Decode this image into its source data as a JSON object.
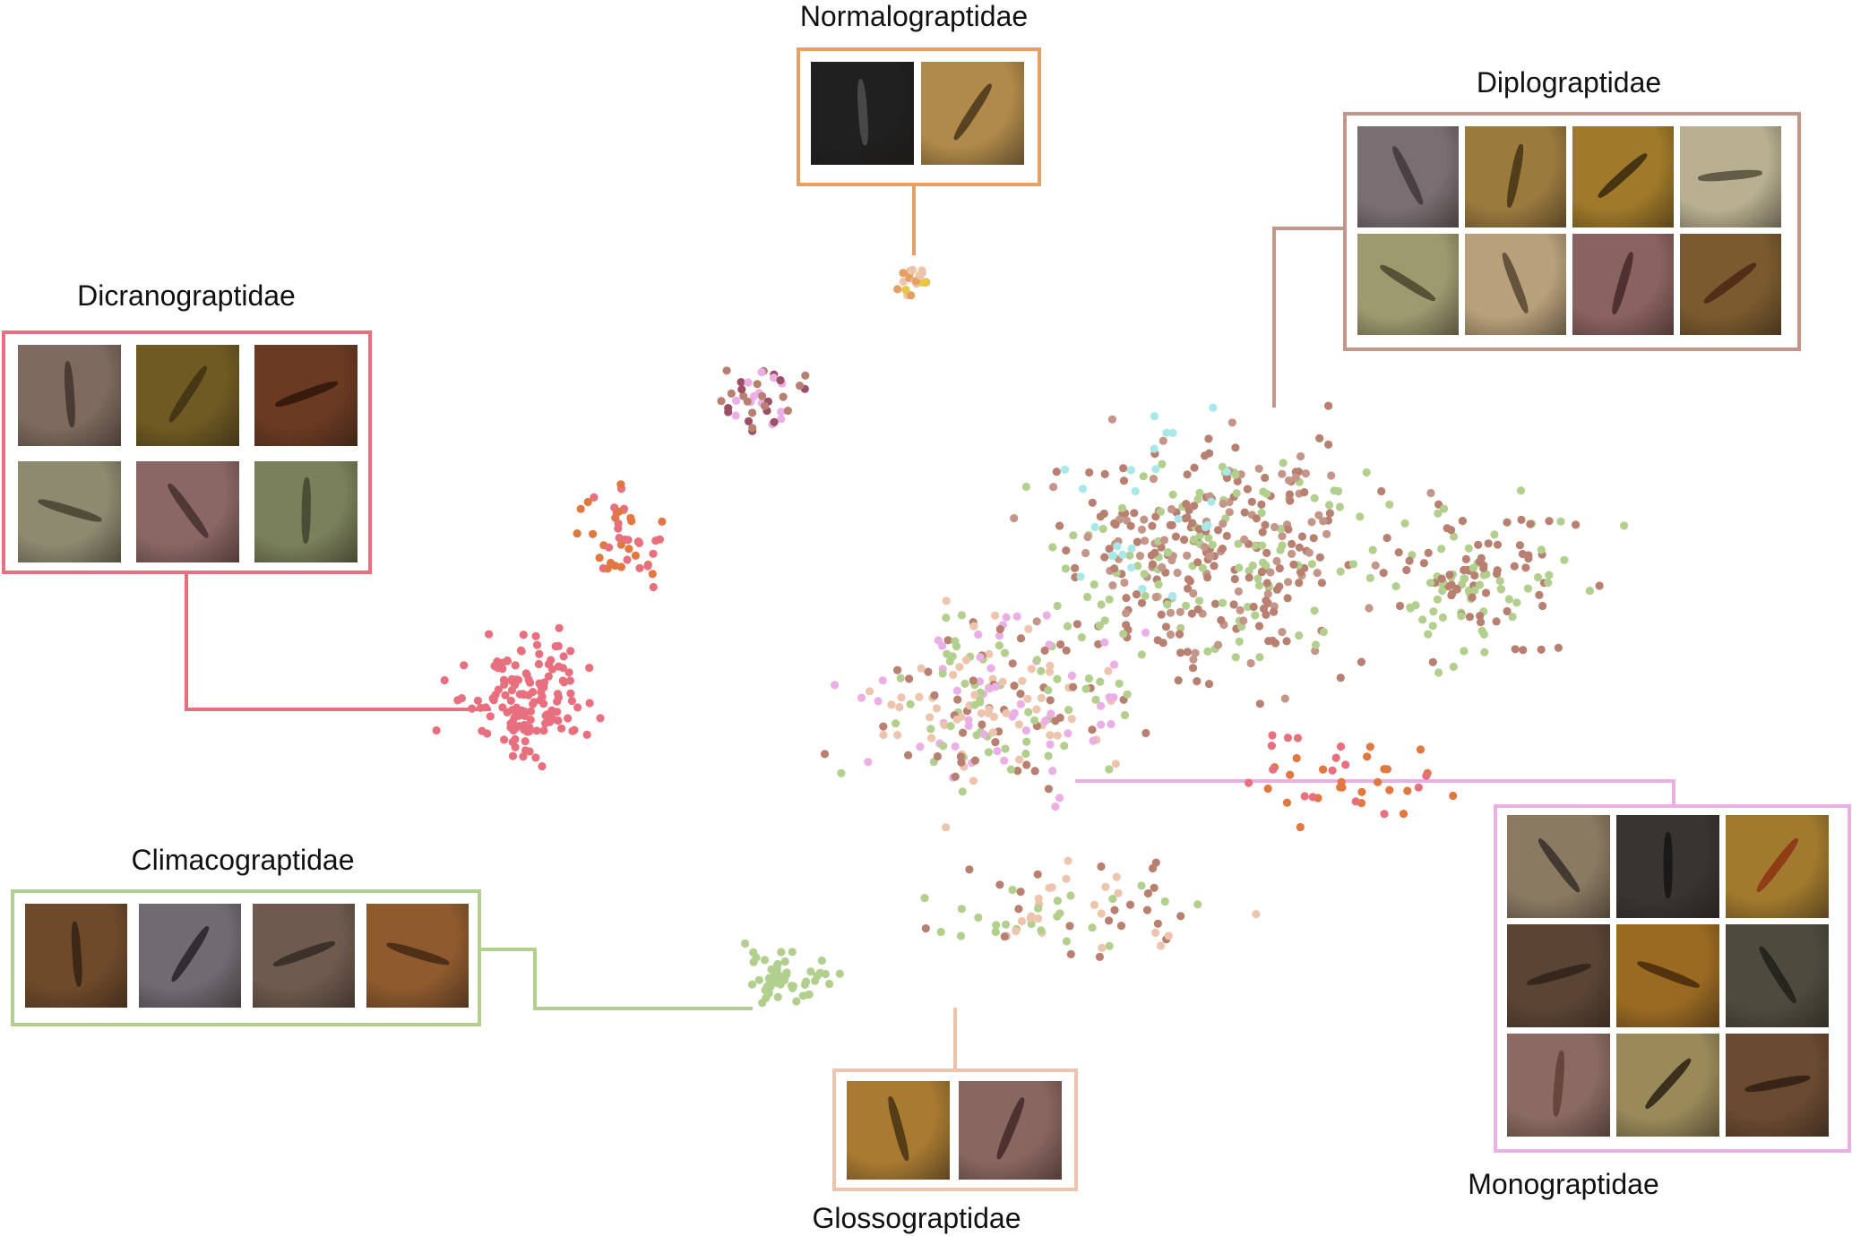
{
  "colors": {
    "Normalograptidae": "#e8a062",
    "Diplograptidae": "#c4968a",
    "Dicranograptidae": "#e8707e",
    "Climacograptidae": "#b3cf8e",
    "Glossograptidae": "#edc4ad",
    "Monograptidae": "#eab0e6",
    "accent_dark": "#9c5066",
    "accent_cyan": "#a8e8e8",
    "accent_yellow": "#e8c840",
    "accent_orange": "#e07840",
    "accent_brown": "#b88070"
  },
  "families": [
    {
      "key": "normalograptidae",
      "name": "Normalograptidae",
      "thumbnails": [
        {
          "bg": "#202020",
          "mark": "#555555"
        },
        {
          "bg": "#b08a4a",
          "mark": "#3a2a15"
        }
      ]
    },
    {
      "key": "diplograptidae",
      "name": "Diplograptidae",
      "thumbnails": [
        {
          "bg": "#7a6e72",
          "mark": "#3b3033"
        },
        {
          "bg": "#9b7a3e",
          "mark": "#3a2a10"
        },
        {
          "bg": "#a07a2a",
          "mark": "#2a1e0a"
        },
        {
          "bg": "#b8b090",
          "mark": "#4a4030"
        },
        {
          "bg": "#9e9a70",
          "mark": "#3c3a22"
        },
        {
          "bg": "#b8a07a",
          "mark": "#4a3a2a"
        },
        {
          "bg": "#8a6260",
          "mark": "#3a2220"
        },
        {
          "bg": "#7a5a2e",
          "mark": "#4a1f10"
        }
      ]
    },
    {
      "key": "dicranograptidae",
      "name": "Dicranograptidae",
      "thumbnails": [
        {
          "bg": "#7e6a5e",
          "mark": "#3a2e28"
        },
        {
          "bg": "#6e5a22",
          "mark": "#3a2e10"
        },
        {
          "bg": "#6a3a22",
          "mark": "#2a1208"
        },
        {
          "bg": "#8e8a70",
          "mark": "#3a3828"
        },
        {
          "bg": "#8a6664",
          "mark": "#3e2a2a"
        },
        {
          "bg": "#7a805a",
          "mark": "#3a3e28"
        }
      ]
    },
    {
      "key": "climacograptidae",
      "name": "Climacograptidae",
      "thumbnails": [
        {
          "bg": "#6e4a2a",
          "mark": "#2e1e10"
        },
        {
          "bg": "#706a72",
          "mark": "#1e1a22"
        },
        {
          "bg": "#6e5a4e",
          "mark": "#2e2420"
        },
        {
          "bg": "#8e5a2e",
          "mark": "#3a2210"
        }
      ]
    },
    {
      "key": "glossograptidae",
      "name": "Glossograptidae",
      "thumbnails": [
        {
          "bg": "#a87a32",
          "mark": "#3a2a10"
        },
        {
          "bg": "#8a6660",
          "mark": "#3a2222"
        }
      ]
    },
    {
      "key": "monograptidae",
      "name": "Monograptidae",
      "thumbnails": [
        {
          "bg": "#8a7a62",
          "mark": "#2a2420"
        },
        {
          "bg": "#3a3430",
          "mark": "#121010"
        },
        {
          "bg": "#a27a2e",
          "mark": "#8a2a10"
        },
        {
          "bg": "#5a4434",
          "mark": "#2a1e14"
        },
        {
          "bg": "#9a6a22",
          "mark": "#3a2208"
        },
        {
          "bg": "#4e4a3e",
          "mark": "#1a1a16"
        },
        {
          "bg": "#8a6a62",
          "mark": "#5a3a32"
        },
        {
          "bg": "#9a8a5a",
          "mark": "#1a1208"
        },
        {
          "bg": "#6a4a30",
          "mark": "#2a1a10"
        }
      ]
    }
  ]
}
